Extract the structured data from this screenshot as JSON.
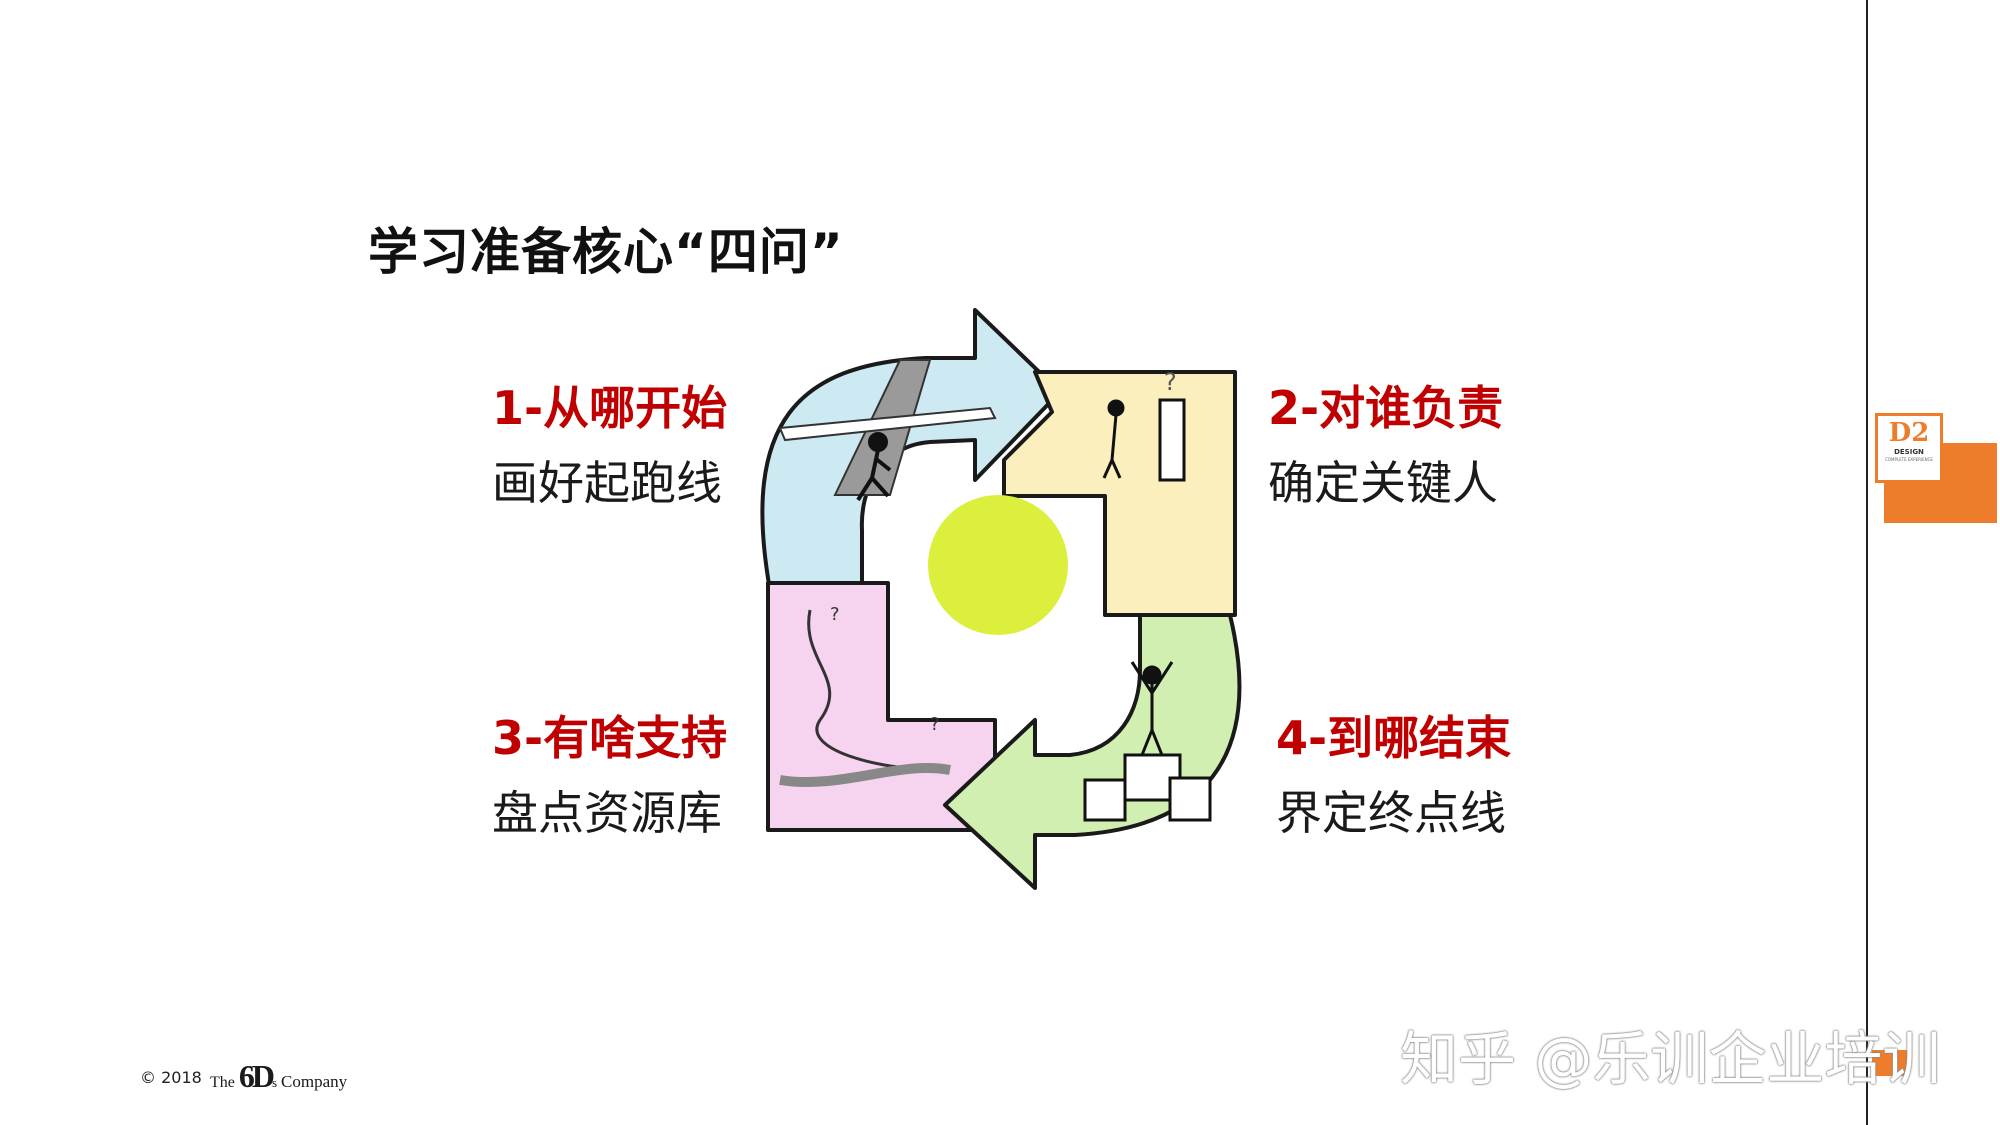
{
  "slide": {
    "title": "学习准备核心“四问”"
  },
  "questions": [
    {
      "number_title": "1-从哪开始",
      "subtitle": "画好起跑线"
    },
    {
      "number_title": "2-对谁负责",
      "subtitle": "确定关键人"
    },
    {
      "number_title": "3-有啥支持",
      "subtitle": "盘点资源库"
    },
    {
      "number_title": "4-到哪结束",
      "subtitle": "界定终点线"
    }
  ],
  "diagram": {
    "segment_colors": [
      "#cdeaf2",
      "#fbefbe",
      "#f6d3ee",
      "#d2efb2"
    ],
    "center_color": "#dcef3c",
    "arrow_outline": "#1a1a1a"
  },
  "badge": {
    "main": "D2",
    "small": "DESIGN",
    "tiny": "COMPLETE EXPERIENCE"
  },
  "footer": {
    "copyright": "© 2018",
    "company_the": "The",
    "company_6d": "6D",
    "company_s": "s",
    "company_name": "Company"
  },
  "watermark": {
    "text": "知乎 @乐训企业培训"
  },
  "colors": {
    "accent": "#c00000",
    "orange": "#ee7d2b",
    "text": "#111111"
  }
}
